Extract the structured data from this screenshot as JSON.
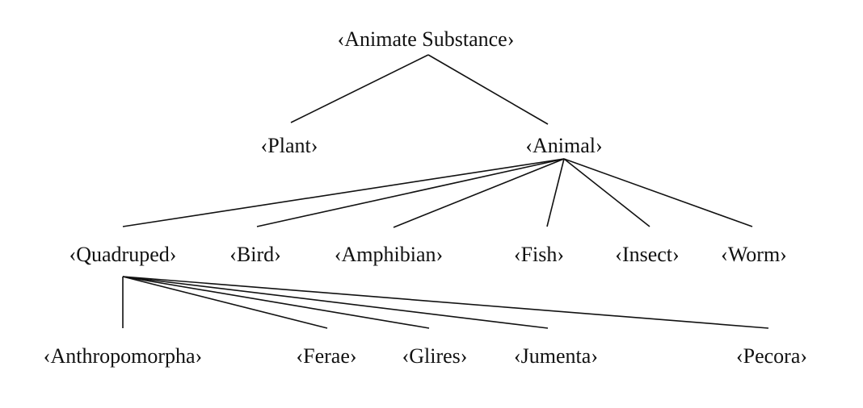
{
  "tree": {
    "root": {
      "id": "animate-substance",
      "label": "‹Animate Substance›",
      "children": [
        {
          "id": "plant",
          "label": "‹Plant›",
          "children": []
        },
        {
          "id": "animal",
          "label": "‹Animal›",
          "children": [
            {
              "id": "quadruped",
              "label": "‹Quadruped›",
              "children": [
                {
                  "id": "anthropomorpha",
                  "label": "‹Anthropomorpha›",
                  "children": []
                },
                {
                  "id": "ferae",
                  "label": "‹Ferae›",
                  "children": []
                },
                {
                  "id": "glires",
                  "label": "‹Glires›",
                  "children": []
                },
                {
                  "id": "jumenta",
                  "label": "‹Jumenta›",
                  "children": []
                },
                {
                  "id": "pecora",
                  "label": "‹Pecora›",
                  "children": []
                }
              ]
            },
            {
              "id": "bird",
              "label": "‹Bird›",
              "children": []
            },
            {
              "id": "amphibian",
              "label": "‹Amphibian›",
              "children": []
            },
            {
              "id": "fish",
              "label": "‹Fish›",
              "children": []
            },
            {
              "id": "insect",
              "label": "‹Insect›",
              "children": []
            },
            {
              "id": "worm",
              "label": "‹Worm›",
              "children": []
            }
          ]
        }
      ]
    }
  }
}
